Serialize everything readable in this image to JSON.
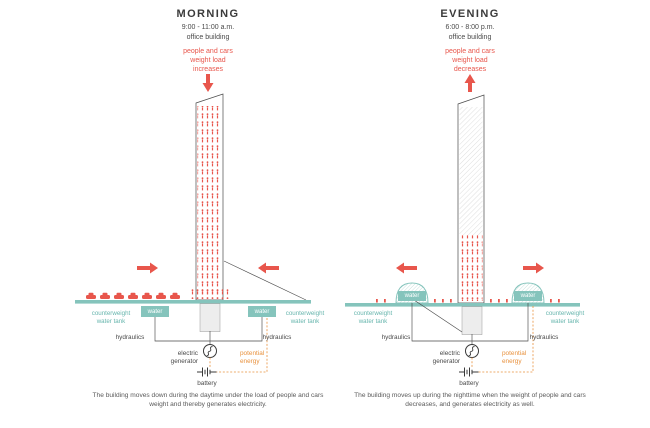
{
  "colors": {
    "red": "#e8564c",
    "teal": "#85c4bc",
    "teal_text": "#68b6ae",
    "orange": "#e8913d",
    "text": "#4a4a4a",
    "caption": "#5a5a5a"
  },
  "panels": {
    "morning": {
      "title": "MORNING",
      "time": "9:00 - 11:00 a.m.",
      "building_label": "office building",
      "load_text": "people and cars\nweight load\nincreases",
      "water": "water",
      "counterweight": "counterweight\nwater tank",
      "hydraulics": "hydraulics",
      "generator": "electric\ngenerator",
      "potential": "potential\nenergy",
      "battery": "battery",
      "caption": "The building moves down during the daytime under the load of people and cars weight and thereby generates electricity."
    },
    "evening": {
      "title": "EVENING",
      "time": "6:00 - 8:00 p.m.",
      "building_label": "office building",
      "load_text": "people and cars\nweight load\ndecreases",
      "water": "water",
      "counterweight": "counterweight\nwater tank",
      "hydraulics": "hydraulics",
      "generator": "electric\ngenerator",
      "potential": "potential\nenergy",
      "battery": "battery",
      "caption": "The building moves up during the nighttime when the weight of people and cars decreases, and generates electricity as well."
    }
  }
}
